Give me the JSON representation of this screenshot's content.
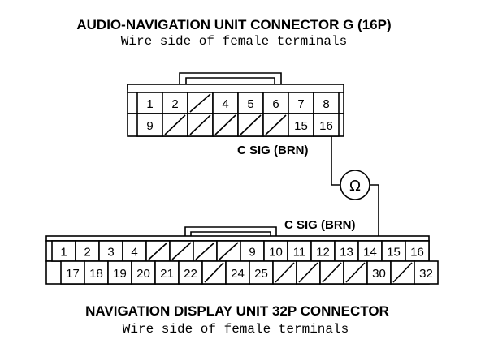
{
  "top_connector": {
    "title": "AUDIO-NAVIGATION UNIT CONNECTOR G (16P)",
    "subtitle": "Wire side of female terminals",
    "row1": [
      "1",
      "2",
      "",
      "4",
      "5",
      "6",
      "7",
      "8"
    ],
    "row2": [
      "9",
      "",
      "",
      "",
      "",
      "",
      "15",
      "16"
    ]
  },
  "bottom_connector": {
    "title": "NAVIGATION DISPLAY UNIT 32P CONNECTOR",
    "subtitle": "Wire side of female terminals",
    "row1": [
      "1",
      "2",
      "3",
      "4",
      "",
      "",
      "",
      "",
      "9",
      "10",
      "11",
      "12",
      "13",
      "14",
      "15",
      "16"
    ],
    "row2": [
      "17",
      "18",
      "19",
      "20",
      "21",
      "22",
      "",
      "24",
      "25",
      "",
      "",
      "",
      "",
      "30",
      "",
      "32"
    ]
  },
  "wire": {
    "top_label": "C SIG (BRN)",
    "bottom_label": "C SIG (BRN)"
  },
  "meter": {
    "symbol": "Ω",
    "icon": "ohmmeter-icon"
  }
}
